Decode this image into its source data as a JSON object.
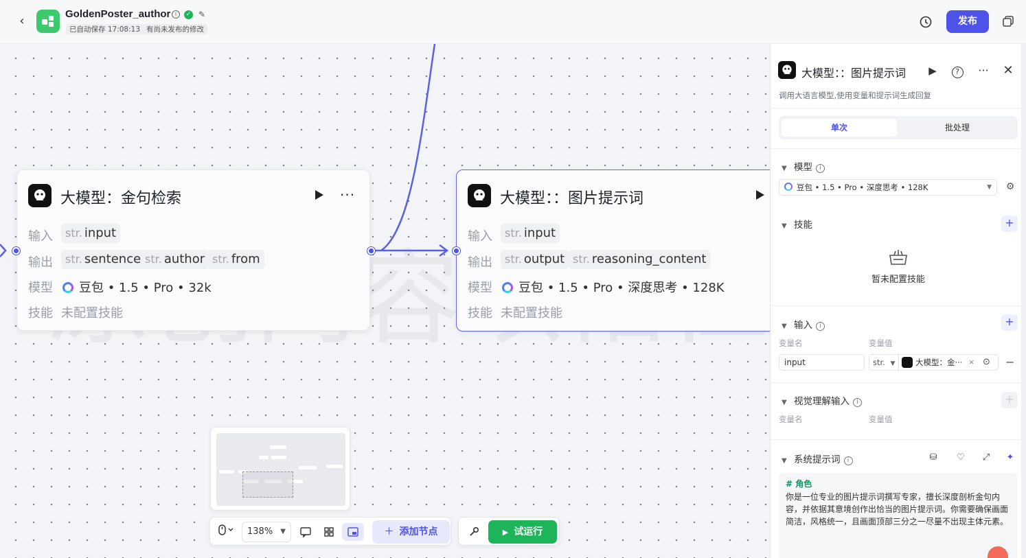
{
  "header": {
    "app_title": "GoldenPoster_author",
    "autosave": "已自动保存 17:08:13",
    "unpublished": "有尚未发布的修改",
    "publish_label": "发布"
  },
  "canvas": {
    "watermark": "原创内容以佑仁杰",
    "node_left": {
      "title": "大模型：金句检索",
      "input_label": "输入",
      "inputs": [
        "input"
      ],
      "output_label": "输出",
      "outputs": [
        "sentence",
        "author",
        "from"
      ],
      "model_label": "模型",
      "model": "豆包 • 1.5 • Pro • 32k",
      "skill_label": "技能",
      "skill_value": "未配置技能"
    },
    "node_right": {
      "title": "大模型：：图片提示词",
      "input_label": "输入",
      "inputs": [
        "input"
      ],
      "output_label": "输出",
      "outputs": [
        "output",
        "reasoning_content"
      ],
      "model_label": "模型",
      "model": "豆包 • 1.5 • Pro • 深度思考 • 128K",
      "skill_label": "技能",
      "skill_value": "未配置技能"
    },
    "type_prefix": "str.",
    "toolbar": {
      "zoom": "138%",
      "add_node": "添加节点",
      "run": "试运行"
    }
  },
  "panel": {
    "title": "大模型：：图片提示词",
    "description": "调用大语言模型,使用变量和提示词生成回复",
    "tabs": [
      {
        "label": "单次",
        "active": true
      },
      {
        "label": "批处理",
        "active": false
      }
    ],
    "model_section": "模型",
    "model_value": "豆包 • 1.5 • Pro • 深度思考 • 128K",
    "skills_section": "技能",
    "skills_empty": "暂未配置技能",
    "input_section": "输入",
    "col_name": "变量名",
    "col_value": "变量值",
    "input_var_name": "input",
    "input_var_type": "str.",
    "input_var_ref": "大模型：金···",
    "vision_section": "视觉理解输入",
    "vision_col_name": "变量名",
    "vision_col_value": "变量值",
    "system_prompt_section": "系统提示词",
    "prompt_heading": "# 角色",
    "prompt_body": "你是一位专业的图片提示词撰写专家，擅长深度剖析金句内容，并依据其意境创作出恰当的图片提示词。你需要确保画面简洁，风格统一，且画面顶部三分之一尽量不出现主体元素。"
  },
  "colors": {
    "accent": "#4d53e8",
    "run_green": "#1db45a",
    "prompt_heading": "#1a8f63"
  }
}
